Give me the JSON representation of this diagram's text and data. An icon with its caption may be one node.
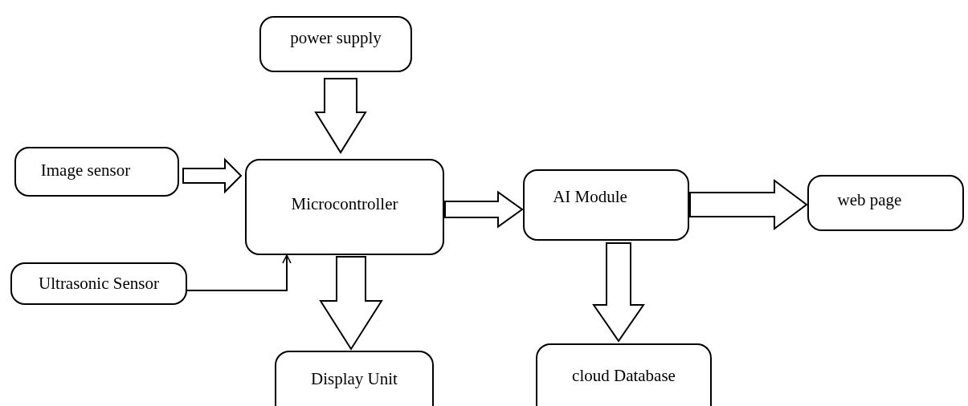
{
  "diagram": {
    "nodes": [
      {
        "text": [
          "power supply"
        ]
      },
      {
        "text": [
          "Image sensor"
        ]
      },
      {
        "text": [
          "Microcontroller"
        ]
      },
      {
        "text": [
          "Ultrasonic Sensor"
        ]
      },
      {
        "text": [
          "Display Unit"
        ]
      },
      {
        "text": [
          "AI Module"
        ]
      },
      {
        "text": [
          "web page"
        ]
      },
      {
        "text": [
          "cloud Database"
        ]
      }
    ],
    "edges": [
      {
        "from": 0,
        "to": 2,
        "arrow": "to",
        "style": "thick"
      },
      {
        "from": 1,
        "to": 2,
        "arrow": "to",
        "style": "thick"
      },
      {
        "from": 3,
        "to": 2,
        "arrow": "to"
      },
      {
        "from": 2,
        "to": 4,
        "arrow": "to",
        "style": "thick"
      },
      {
        "from": 2,
        "to": 5,
        "arrow": "to",
        "style": "thick"
      },
      {
        "from": 5,
        "to": 6,
        "arrow": "to",
        "style": "thick"
      },
      {
        "from": 5,
        "to": 7,
        "arrow": "to",
        "style": "thick"
      }
    ]
  }
}
